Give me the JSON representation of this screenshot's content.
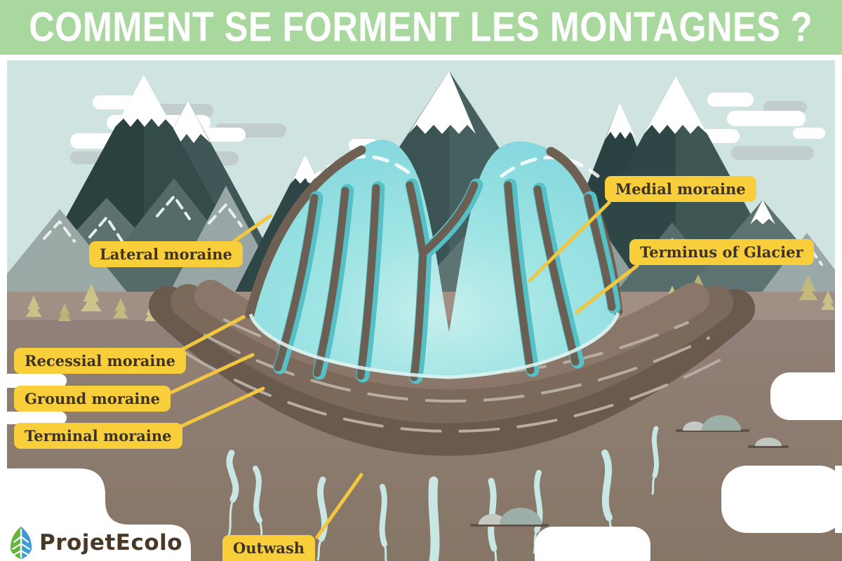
{
  "header": {
    "title": "COMMENT SE FORMENT LES MONTAGNES ?"
  },
  "diagram": {
    "labels": [
      {
        "id": "lateral-moraine",
        "text": "Lateral moraine"
      },
      {
        "id": "medial-moraine",
        "text": "Medial moraine"
      },
      {
        "id": "terminus-of-glacier",
        "text": "Terminus of Glacier"
      },
      {
        "id": "recessial-moraine",
        "text": "Recessial moraine"
      },
      {
        "id": "ground-moraine",
        "text": "Ground moraine"
      },
      {
        "id": "terminal-moraine",
        "text": "Terminal moraine"
      },
      {
        "id": "outwash",
        "text": "Outwash"
      }
    ]
  },
  "logo": {
    "text": "ProjetEcolo",
    "icon": "leaf-icon"
  },
  "colors": {
    "header_bg": "#a8d89e",
    "title_text": "#ffffff",
    "label_bg": "#f9ce3b",
    "label_text": "#3e3324",
    "pointer_line": "#f2c73e",
    "sky": "#cfe3e0",
    "glacier": "#8edde0",
    "glacier_moraine": "#6b5e52",
    "ground": "#8d7b6e",
    "ridge_dark": "#6a594d",
    "stream": "#c8e6e4",
    "mountain_dark": "#2b4140",
    "snow": "#ffffff",
    "tree": "#c9c287",
    "logo_text": "#4a3827",
    "leaf_green": "#63b53e",
    "leaf_blue": "#3d9bd5"
  }
}
